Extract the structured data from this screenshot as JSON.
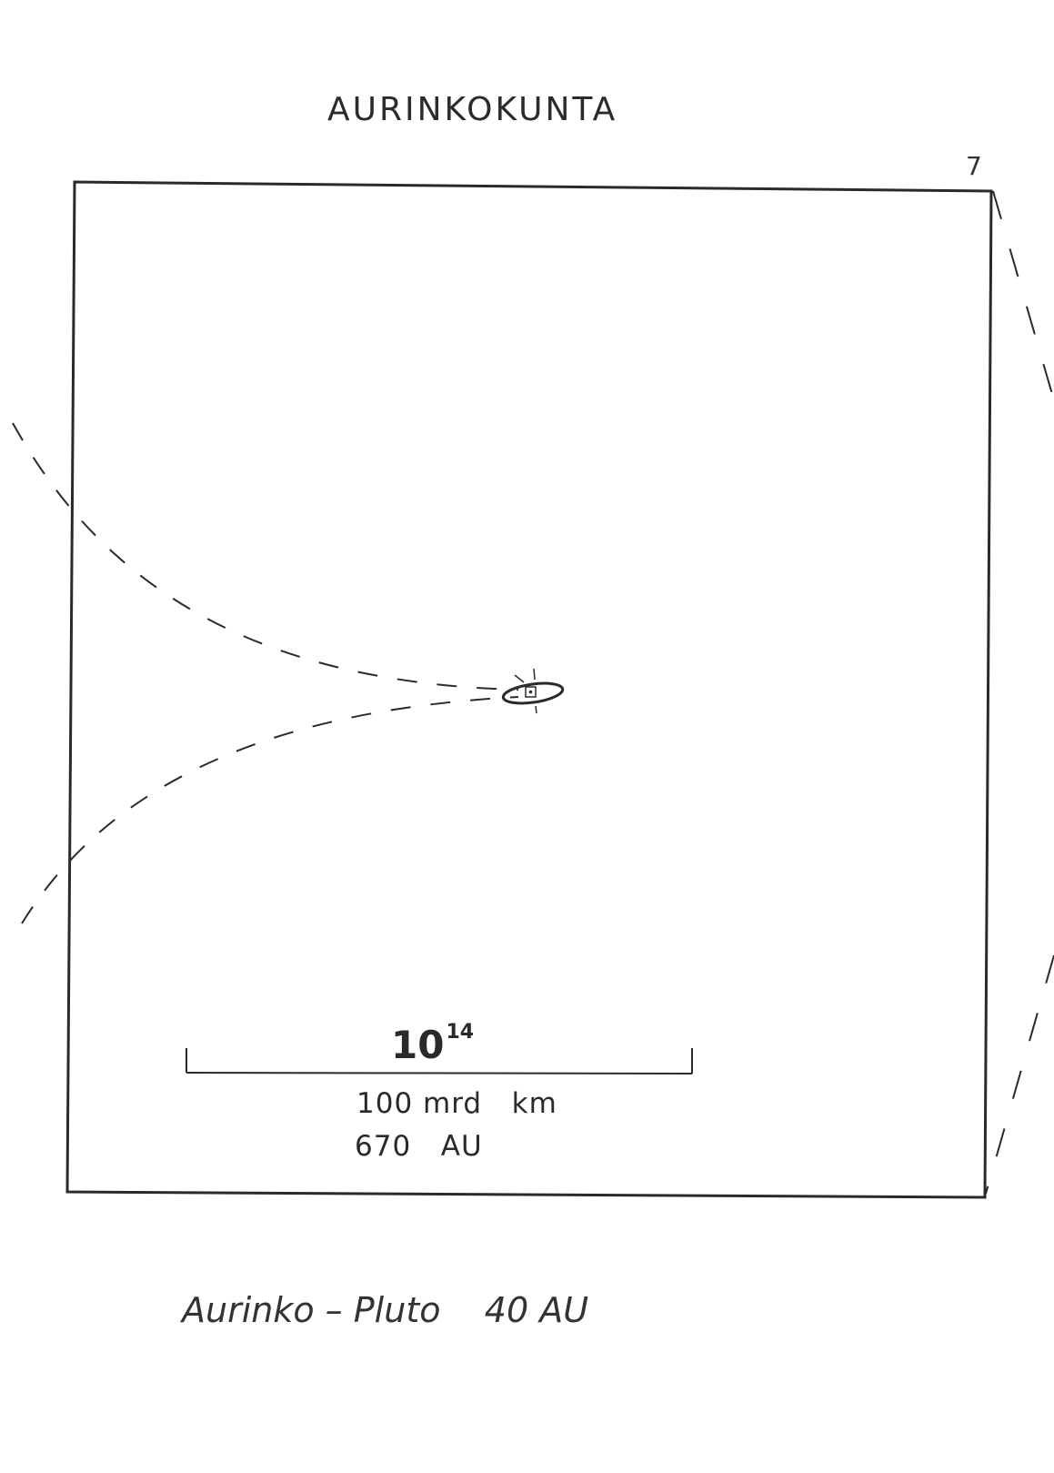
{
  "title": "AURINKOKUNTA",
  "page_number": "7",
  "scale": {
    "base": "10",
    "exponent": "14",
    "distance_km": "100 mrd   km",
    "distance_au": "670   AU"
  },
  "caption": "Aurinko – Pluto    40 AU",
  "colors": {
    "ink": "#2a2a2a",
    "paper": "#ffffff"
  },
  "icons": {
    "sun": "sun-with-orbit-icon"
  }
}
